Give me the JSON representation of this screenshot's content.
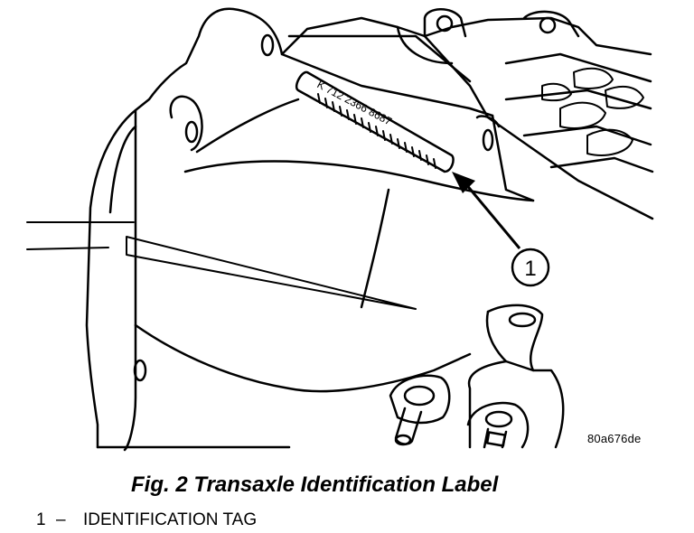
{
  "figure": {
    "caption": "Fig. 2 Transaxle Identification Label",
    "image_code": "80a676de"
  },
  "label_tag": {
    "text": "K 712 2366 8687"
  },
  "callouts": [
    {
      "number": "1"
    }
  ],
  "legend": [
    {
      "number": "1",
      "separator": "–",
      "text": "IDENTIFICATION TAG"
    }
  ]
}
